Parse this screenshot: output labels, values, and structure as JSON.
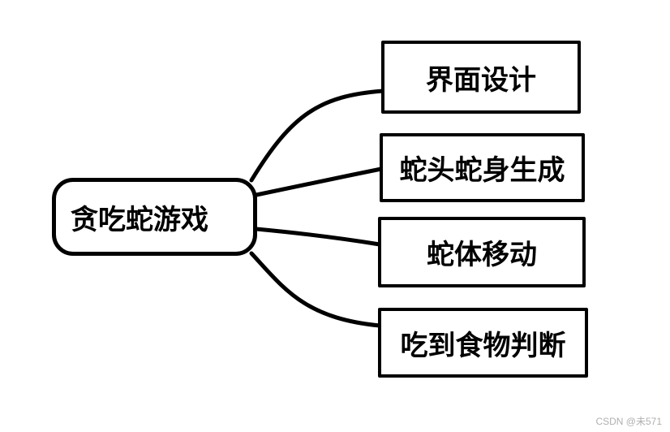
{
  "mindmap": {
    "root": {
      "label": "贪吃蛇游戏"
    },
    "children": [
      {
        "label": "界面设计"
      },
      {
        "label": "蛇头蛇身生成"
      },
      {
        "label": "蛇体移动"
      },
      {
        "label": "吃到食物判断"
      }
    ]
  },
  "watermark": {
    "text": "CSDN @未571"
  },
  "colors": {
    "line": "#000000",
    "background": "#ffffff",
    "watermark": "#b0b0b0"
  }
}
